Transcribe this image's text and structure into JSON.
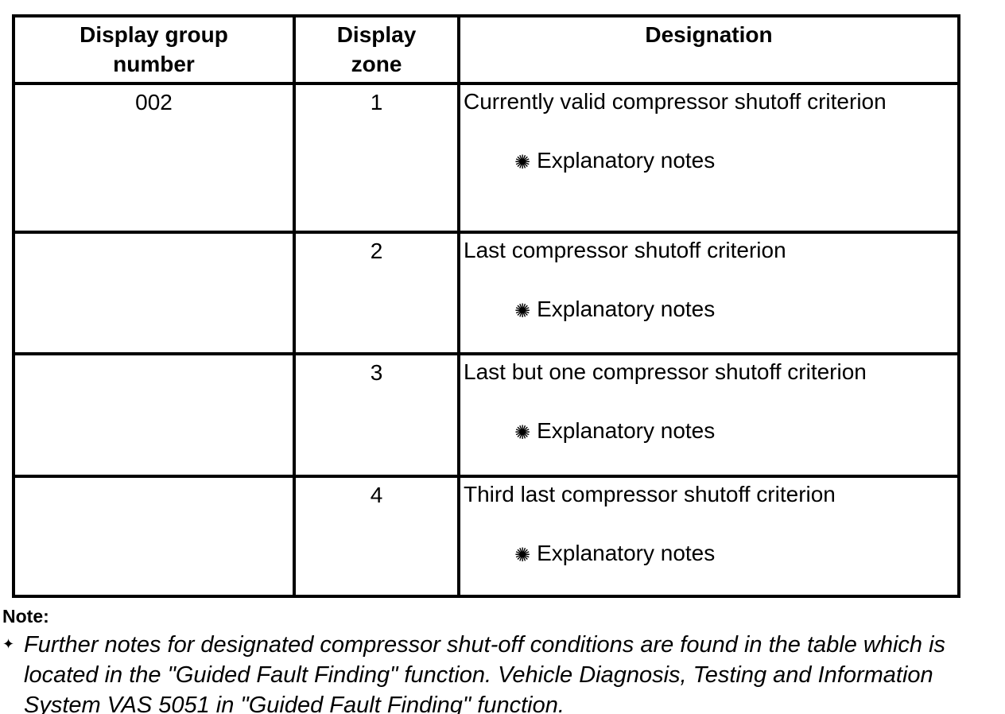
{
  "colors": {
    "text": "#000000",
    "background": "#ffffff",
    "border": "#000000"
  },
  "table": {
    "headers": {
      "group": "Display group\nnumber",
      "zone": "Display\nzone",
      "designation": "Designation"
    },
    "bullet": "✺",
    "explanatory_label": "Explanatory notes",
    "rows": [
      {
        "group": "002",
        "zone": "1",
        "designation": "Currently valid compressor shutoff criterion"
      },
      {
        "group": "",
        "zone": "2",
        "designation": "Last compressor shutoff criterion"
      },
      {
        "group": "",
        "zone": "3",
        "designation": "Last but one compressor shutoff criterion"
      },
      {
        "group": "",
        "zone": "4",
        "designation": "Third last compressor shutoff criterion"
      }
    ]
  },
  "note": {
    "title": "Note:",
    "bullet": "✦",
    "text": "Further notes for designated compressor shut-off conditions are found in the table which is located in the \"Guided Fault Finding\" function. Vehicle Diagnosis, Testing and Information System VAS 5051 in \"Guided Fault Finding\" function."
  }
}
